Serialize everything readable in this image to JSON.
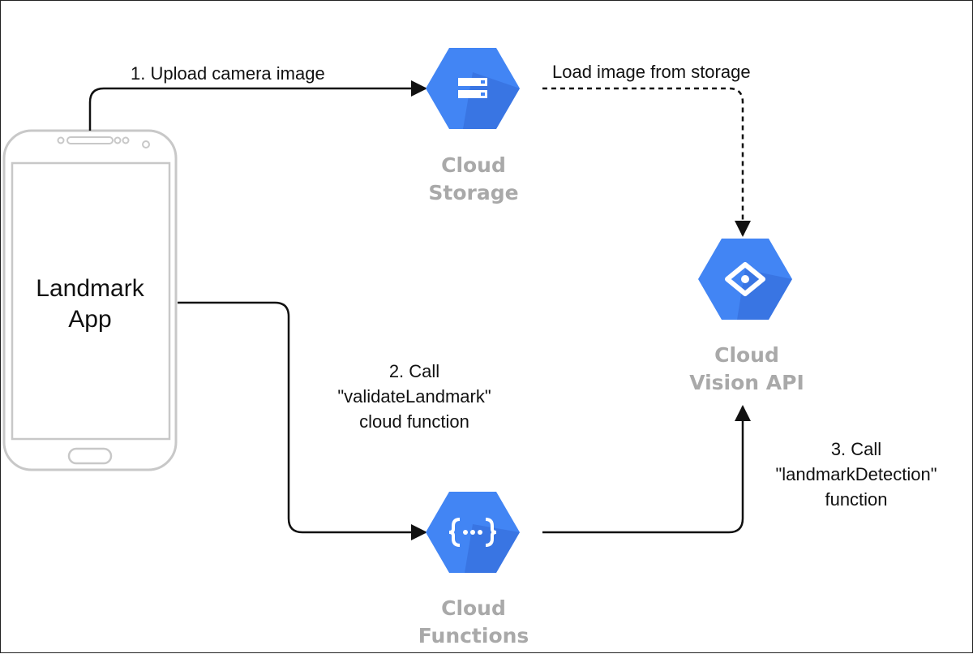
{
  "phone": {
    "label_line1": "Landmark",
    "label_line2": "App"
  },
  "services": {
    "storage": {
      "line1": "Cloud",
      "line2": "Storage",
      "icon": "cloud-storage-icon"
    },
    "vision": {
      "line1": "Cloud",
      "line2": "Vision API",
      "icon": "cloud-vision-icon"
    },
    "functions": {
      "line1": "Cloud",
      "line2": "Functions",
      "icon": "cloud-functions-icon"
    }
  },
  "edges": {
    "upload": {
      "text": "1. Upload camera image"
    },
    "load": {
      "text": "Load image from storage"
    },
    "call_validate": {
      "line1": "2. Call",
      "line2": "\"validateLandmark\"",
      "line3": "cloud function"
    },
    "call_detect": {
      "line1": "3. Call",
      "line2": "\"landmarkDetection\"",
      "line3": "function"
    }
  },
  "colors": {
    "hex_primary": "#4285f4",
    "hex_shadow": "#3367d6",
    "label_gray": "#a9a9a9"
  }
}
